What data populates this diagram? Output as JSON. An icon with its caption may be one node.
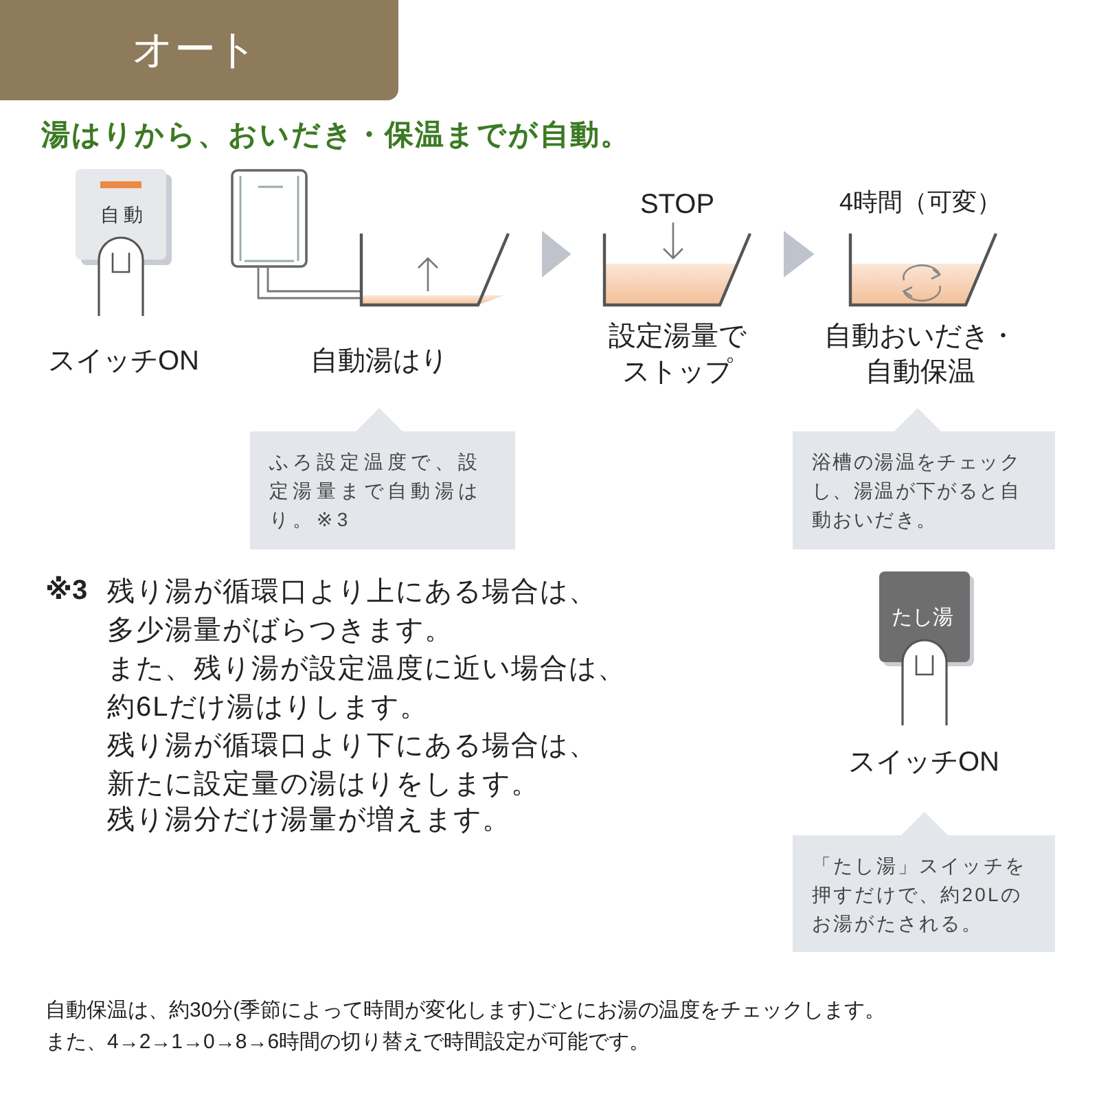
{
  "diagram": {
    "title": "オート",
    "nodes": [
      {
        "text": [
          "スイッチON"
        ]
      },
      {
        "text": [
          "自動湯はり"
        ]
      },
      {
        "text": [
          "STOP",
          "設定湯量でストップ"
        ]
      },
      {
        "text": [
          "4時間（可変）",
          "自動おいだき・自動保温"
        ]
      },
      {
        "text": [
          "ふろ設定温度で、設定湯量まで自動湯はり。※3"
        ]
      },
      {
        "text": [
          "浴槽の湯温をチェックし、湯温が下がると自動おいだき。"
        ]
      },
      {
        "text": [
          "スイッチON"
        ]
      },
      {
        "text": [
          "「たし湯」スイッチを押すだけで、約20Lのお湯がたされる。"
        ]
      }
    ],
    "edges": [
      {
        "from": 1,
        "to": 2,
        "arrow": "to"
      },
      {
        "from": 2,
        "to": 3,
        "arrow": "to"
      }
    ],
    "labels": [
      "湯はりから、おいだき・保温までが自動。",
      "自動",
      "※3",
      "残り湯が循環口より上にある場合は、",
      "多少湯量がばらつきます。",
      "また、残り湯が設定温度に近い場合は、",
      "約6Lだけ湯はりします。",
      "残り湯が循環口より下にある場合は、",
      "新たに設定量の湯はりをします。",
      "残り湯分だけ湯量が増えます。",
      "たし湯",
      "自動保温は、約30分(季節によって時間が変化します)ごとにお湯の温度をチェックします。",
      "また、4→2→1→0→8→6時間の切り替えで時間設定が可能です。"
    ]
  }
}
